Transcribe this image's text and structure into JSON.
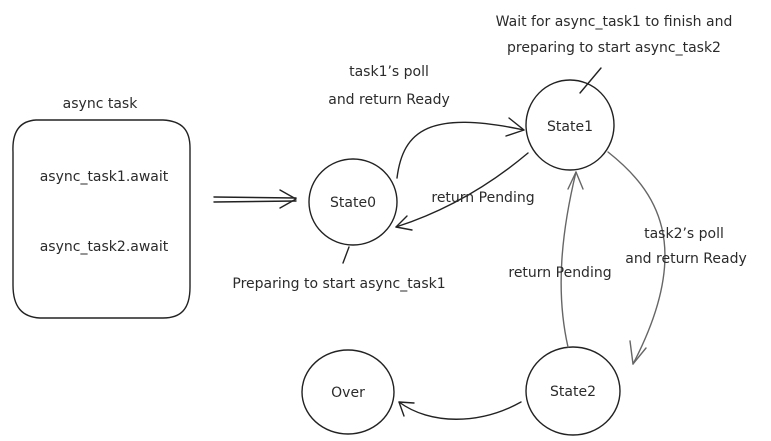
{
  "diagram": {
    "container_title": "async task",
    "container_lines": [
      "async_task1.await",
      "async_task2.await"
    ],
    "states": {
      "state0": "State0",
      "state1": "State1",
      "state2": "State2",
      "over": "Over"
    },
    "notes": {
      "state0_note": "Preparing to start async_task1",
      "state1_note_line1": "Wait for async_task1 to finish and",
      "state1_note_line2": "preparing to start async_task2"
    },
    "edges": {
      "s0_to_s1_line1": "task1’s poll",
      "s0_to_s1_line2": "and return Ready",
      "s1_to_s0": "return Pending",
      "s1_to_s2_line1": "task2’s poll",
      "s1_to_s2_line2": "and return Ready",
      "s2_to_s1": "return Pending"
    }
  }
}
